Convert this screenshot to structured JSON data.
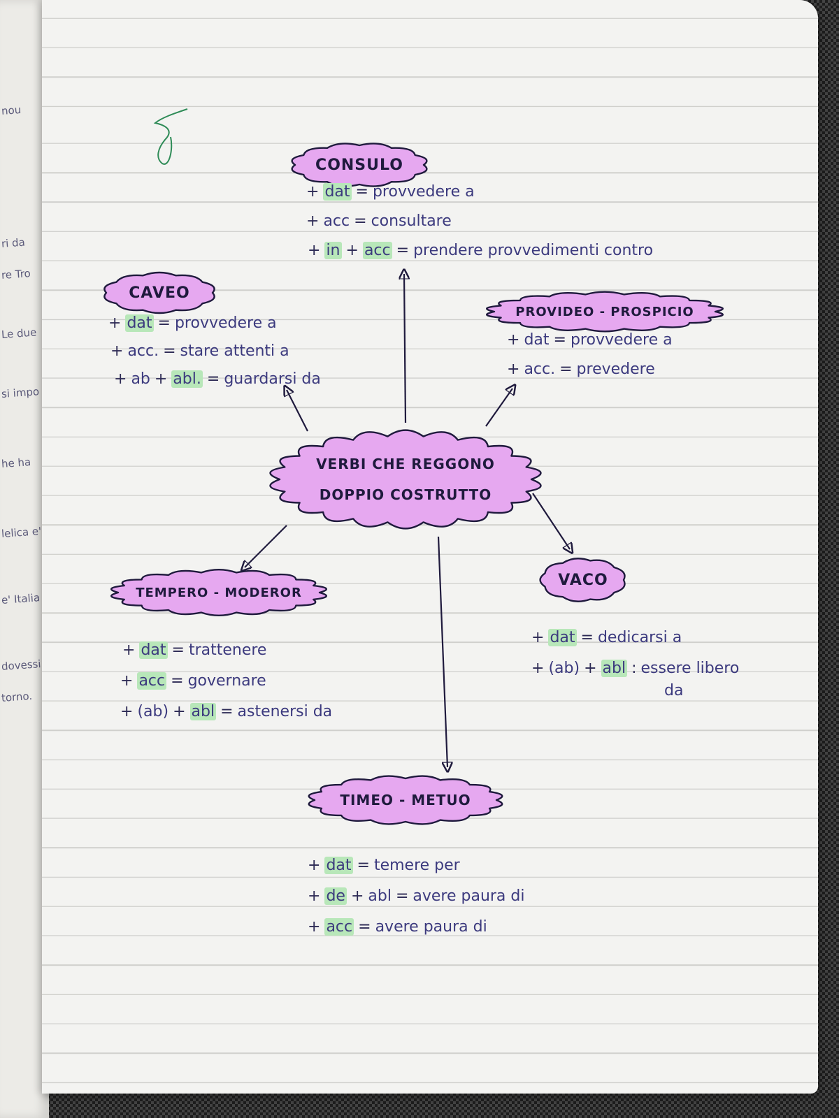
{
  "colors": {
    "cloud_fill": "#e6a8f0",
    "cloud_stroke": "#1f1a3d",
    "ink": "#3c3a7e",
    "highlight": "#b8e7b9",
    "arrow": "#1f1a3d"
  },
  "center": {
    "line1": "VERBI  CHE  REGGONO",
    "line2": "DOPPIO  COSTRUTTO"
  },
  "mark": "δ",
  "nodes": [
    {
      "id": "consulo",
      "label": "CONSULO",
      "entries": [
        {
          "case": "dat",
          "meaning": "provvedere a"
        },
        {
          "case": "acc",
          "meaning": "consultare"
        },
        {
          "prep": "in",
          "case": "acc",
          "meaning": "prendere provvedimenti contro"
        }
      ]
    },
    {
      "id": "caveo",
      "label": "CAVEO",
      "entries": [
        {
          "case": "dat",
          "meaning": "provvedere a"
        },
        {
          "case": "acc.",
          "meaning": "stare attenti a"
        },
        {
          "prep": "ab",
          "case": "abl.",
          "meaning": "guardarsi da"
        }
      ]
    },
    {
      "id": "provideo",
      "label": "PROVIDEO - PROSPICIO",
      "entries": [
        {
          "case": "dat",
          "meaning": "provvedere a"
        },
        {
          "case": "acc.",
          "meaning": "prevedere"
        }
      ]
    },
    {
      "id": "tempero",
      "label": "TEMPERO - MODEROR",
      "entries": [
        {
          "case": "dat",
          "meaning": "trattenere"
        },
        {
          "case": "acc",
          "meaning": "governare"
        },
        {
          "prep": "(ab)",
          "case": "abl",
          "meaning": "astenersi da"
        }
      ]
    },
    {
      "id": "vaco",
      "label": "VACO",
      "entries": [
        {
          "case": "dat",
          "meaning": "dedicarsi a"
        },
        {
          "prep": "(ab)",
          "case": "abl",
          "meaning": "essere libero",
          "meaning2": "da"
        }
      ]
    },
    {
      "id": "timeo",
      "label": "TIMEO  -  METUO",
      "entries": [
        {
          "case": "dat",
          "meaning": "temere per"
        },
        {
          "prep": "de",
          "case": "abl",
          "meaning": "avere paura di"
        },
        {
          "case": "acc",
          "meaning": "avere paura di"
        }
      ]
    }
  ],
  "left_page_fragments": [
    "nou",
    "ri da",
    "re Tro",
    "Le due",
    "si impo",
    "he ha",
    "lelica e'",
    "e' Italia",
    "dovessi",
    "torno."
  ]
}
